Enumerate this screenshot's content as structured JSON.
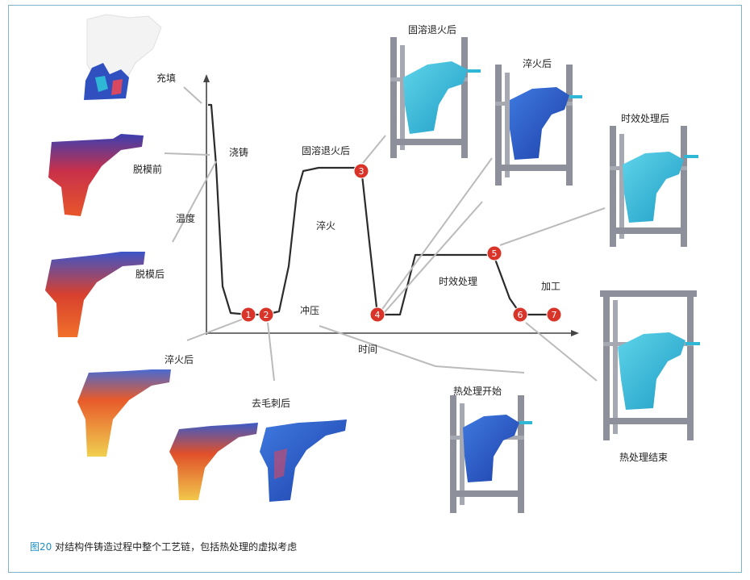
{
  "caption": {
    "figure_number": "图20",
    "text": " 对结构件铸造过程中整个工艺链，包括热处理的虚拟考虑"
  },
  "axes": {
    "y_label": "温度",
    "x_label": "时间"
  },
  "curve_labels": {
    "casting": "浇铸",
    "solution_annealing": "固溶退火后",
    "quenching": "淬火",
    "stamping": "冲压",
    "aging": "时效处理",
    "machining": "加工"
  },
  "image_labels": {
    "filling": "充填",
    "before_demolding": "脱模前",
    "after_demolding": "脱模后",
    "after_quenching_left": "淬火后",
    "after_deburring": "去毛刺后",
    "after_solution_annealing": "固溶退火后",
    "after_quenching_right": "淬火后",
    "after_aging": "时效处理后",
    "heat_treatment_start": "热处理开始",
    "heat_treatment_end": "热处理结束"
  },
  "markers": [
    "1",
    "2",
    "3",
    "4",
    "5",
    "6",
    "7"
  ],
  "colors": {
    "marker_fill": "#d9342a",
    "frame_border": "#7fb3cc",
    "caption_accent": "#1f8fc8",
    "rack": "#8d8f9a",
    "part_cyan": "#2fb8d6",
    "part_blue": "#2a5fc4"
  }
}
